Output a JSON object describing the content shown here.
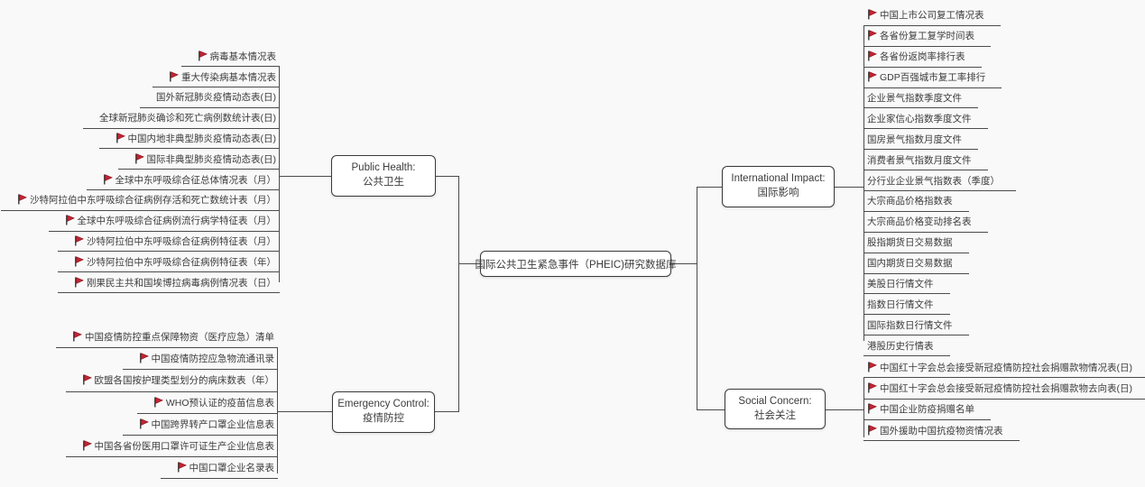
{
  "root": {
    "label": "国际公共卫生紧急事件（PHEIC)研究数据库"
  },
  "colors": {
    "background": "#f9f9f9",
    "line": "#4b4b4b",
    "box_border": "#3a3a3a",
    "box_fill": "#ffffff",
    "text": "#3c3c3c",
    "flag_red": "#c22533",
    "flag_pole": "#4d4d4d"
  },
  "branches": [
    {
      "key": "public-health",
      "label_en": "Public Health:",
      "label_zh": "公共卫生",
      "items": [
        {
          "label": "病毒基本情况表",
          "flag": true
        },
        {
          "label": "重大传染病基本情况表",
          "flag": true
        },
        {
          "label": "国外新冠肺炎疫情动态表(日)",
          "flag": false
        },
        {
          "label": "全球新冠肺炎确诊和死亡病例数统计表(日)",
          "flag": false
        },
        {
          "label": "中国内地非典型肺炎疫情动态表(日)",
          "flag": true
        },
        {
          "label": "国际非典型肺炎疫情动态表(日)",
          "flag": true
        },
        {
          "label": "全球中东呼吸综合征总体情况表（月）",
          "flag": true
        },
        {
          "label": "沙特阿拉伯中东呼吸综合征病例存活和死亡数统计表（月）",
          "flag": true
        },
        {
          "label": "全球中东呼吸综合征病例流行病学特征表（月）",
          "flag": true
        },
        {
          "label": "沙特阿拉伯中东呼吸综合征病例特征表（月）",
          "flag": true
        },
        {
          "label": "沙特阿拉伯中东呼吸综合征病例特征表（年）",
          "flag": true
        },
        {
          "label": "刚果民主共和国埃博拉病毒病例情况表（日）",
          "flag": true
        }
      ]
    },
    {
      "key": "emergency-control",
      "label_en": "Emergency Control:",
      "label_zh": "疫情防控",
      "items": [
        {
          "label": "中国疫情防控重点保障物资（医疗应急）清单",
          "flag": true
        },
        {
          "label": "中国疫情防控应急物流通讯录",
          "flag": true
        },
        {
          "label": "欧盟各国按护理类型划分的病床数表（年）",
          "flag": true
        },
        {
          "label": "WHO预认证的疫苗信息表",
          "flag": true
        },
        {
          "label": "中国跨界转产口罩企业信息表",
          "flag": true
        },
        {
          "label": "中国各省份医用口罩许可证生产企业信息表",
          "flag": true
        },
        {
          "label": "中国口罩企业名录表",
          "flag": true
        }
      ]
    },
    {
      "key": "international-impact",
      "label_en": "International Impact:",
      "label_zh": "国际影响",
      "items": [
        {
          "label": "中国上市公司复工情况表",
          "flag": true
        },
        {
          "label": "各省份复工复学时间表",
          "flag": true
        },
        {
          "label": "各省份返岗率排行表",
          "flag": true
        },
        {
          "label": "GDP百强城市复工率排行",
          "flag": true
        },
        {
          "label": "企业景气指数季度文件",
          "flag": false
        },
        {
          "label": "企业家信心指数季度文件",
          "flag": false
        },
        {
          "label": "国房景气指数月度文件",
          "flag": false
        },
        {
          "label": "消费者景气指数月度文件",
          "flag": false
        },
        {
          "label": "分行业企业景气指数表（季度）",
          "flag": false
        },
        {
          "label": "大宗商品价格指数表",
          "flag": false
        },
        {
          "label": "大宗商品价格变动排名表",
          "flag": false
        },
        {
          "label": "股指期货日交易数据",
          "flag": false
        },
        {
          "label": "国内期货日交易数据",
          "flag": false
        },
        {
          "label": "美股日行情文件",
          "flag": false
        },
        {
          "label": "指数日行情文件",
          "flag": false
        },
        {
          "label": "国际指数日行情文件",
          "flag": false
        },
        {
          "label": "港股历史行情表",
          "flag": false
        }
      ]
    },
    {
      "key": "social-concern",
      "label_en": "Social Concern:",
      "label_zh": "社会关注",
      "items": [
        {
          "label": "中国红十字会总会接受新冠疫情防控社会捐赠款物情况表(日)",
          "flag": true
        },
        {
          "label": "中国红十字会总会接受新冠疫情防控社会捐赠款物去向表(日)",
          "flag": true
        },
        {
          "label": "中国企业防疫捐赠名单",
          "flag": true
        },
        {
          "label": "国外援助中国抗疫物资情况表",
          "flag": true
        }
      ]
    }
  ]
}
